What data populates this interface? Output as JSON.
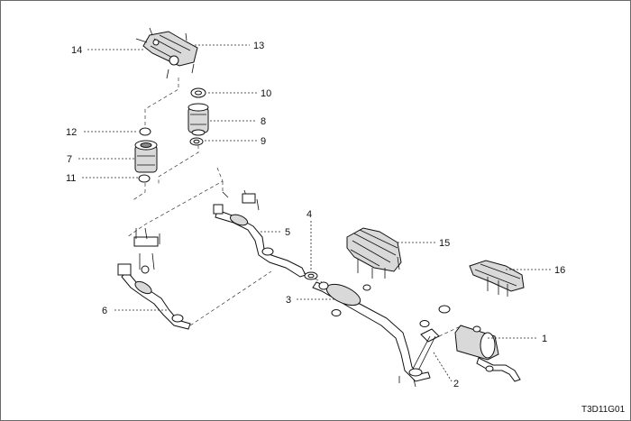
{
  "diagram": {
    "callouts": [
      {
        "id": "1",
        "label": "1"
      },
      {
        "id": "2",
        "label": "2"
      },
      {
        "id": "3",
        "label": "3"
      },
      {
        "id": "4",
        "label": "4"
      },
      {
        "id": "5",
        "label": "5"
      },
      {
        "id": "6",
        "label": "6"
      },
      {
        "id": "7",
        "label": "7"
      },
      {
        "id": "8",
        "label": "8"
      },
      {
        "id": "9",
        "label": "9"
      },
      {
        "id": "10",
        "label": "10"
      },
      {
        "id": "11",
        "label": "11"
      },
      {
        "id": "12",
        "label": "12"
      },
      {
        "id": "13",
        "label": "13"
      },
      {
        "id": "14",
        "label": "14"
      },
      {
        "id": "15",
        "label": "15"
      },
      {
        "id": "16",
        "label": "16"
      }
    ],
    "figure_code": "T3D11G01"
  },
  "colors": {
    "line": "#111111",
    "shade": "#d9d9d9",
    "border": "#6a6a6a"
  }
}
